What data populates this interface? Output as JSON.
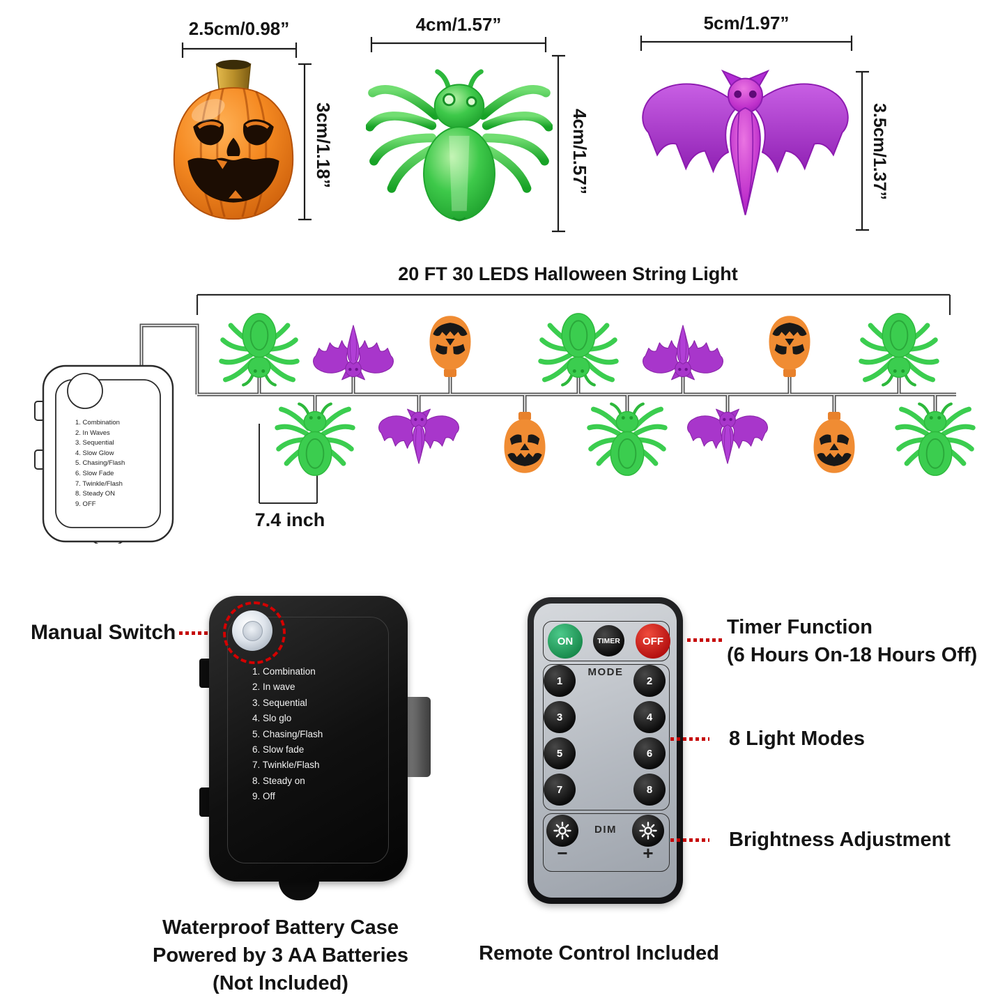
{
  "dimensions": {
    "pumpkin": {
      "width": "2.5cm/0.98”",
      "height": "3cm/1.18”"
    },
    "spider": {
      "width": "4cm/1.57”",
      "height": "4cm/1.57”"
    },
    "bat": {
      "width": "5cm/1.97”",
      "height": "3.5cm/1.37”"
    }
  },
  "string_light": {
    "title": "20 FT 30 LEDS Halloween String Light",
    "spacing": "7.4 inch",
    "controller_modes": [
      "1. Combination",
      "2. In Waves",
      "3. Sequential",
      "4. Slow Glow",
      "5. Chasing/Flash",
      "6. Slow Fade",
      "7. Twinkle/Flash",
      "8. Steady ON",
      "9. OFF"
    ]
  },
  "battery_case": {
    "switch_label": "Manual Switch",
    "modes": [
      "1. Combination",
      "2. In wave",
      "3. Sequential",
      "4. Slo glo",
      "5. Chasing/Flash",
      "6. Slow fade",
      "7. Twinkle/Flash",
      "8. Steady on",
      "9. Off"
    ],
    "caption": [
      "Waterproof Battery Case",
      "Powered by 3 AA Batteries",
      "(Not Included)"
    ]
  },
  "remote": {
    "on": "ON",
    "timer": "TIMER",
    "off": "OFF",
    "mode_label": "MODE",
    "mode_buttons": [
      "1",
      "2",
      "3",
      "4",
      "5",
      "6",
      "7",
      "8"
    ],
    "dim_label": "DIM",
    "dim_minus": "−",
    "dim_plus": "+",
    "caption": "Remote Control Included"
  },
  "annotations": {
    "timer_line1": "Timer Function",
    "timer_line2": "(6 Hours On-18 Hours Off)",
    "light_modes": "8 Light Modes",
    "brightness": "Brightness Adjustment"
  },
  "colors": {
    "accent_red": "#cc0000",
    "spider_green": "#3bcd4f",
    "bat_purple": "#a836cb",
    "pumpkin_orange": "#f08c33"
  }
}
